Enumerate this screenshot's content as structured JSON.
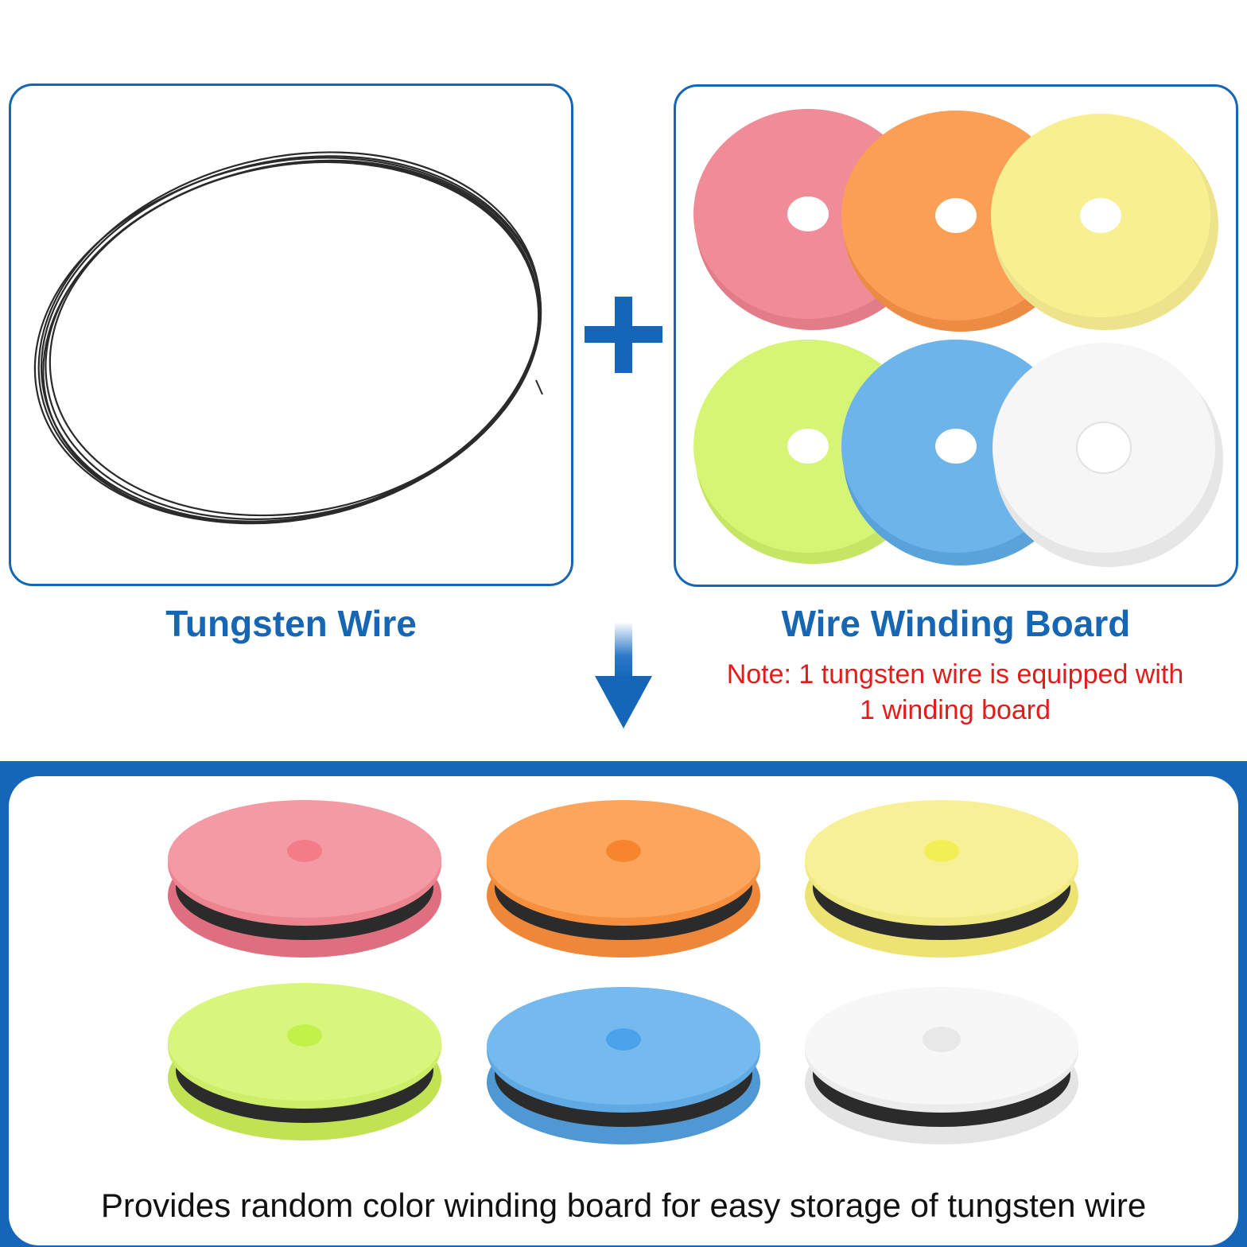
{
  "top_left": {
    "title": "Tungsten Wire",
    "image_icon": "coiled-wire-icon"
  },
  "top_right": {
    "title": "Wire Winding Board",
    "note": "Note: 1 tungsten wire is equipped with 1 winding board",
    "image_icon": "foam-disc-icon"
  },
  "connectors": {
    "plus_icon": "plus-icon",
    "arrow_icon": "arrow-down-icon"
  },
  "bottom": {
    "caption": "Provides random color winding board for easy storage of tungsten wire",
    "image_icon": "wound-spool-icon"
  },
  "colors": {
    "brand_blue": "#1565b8",
    "title_blue": "#1666b3",
    "note_red": "#e41b1b",
    "board_pink": "#f08c97",
    "board_orange": "#fb9f57",
    "board_yellow": "#f8f090",
    "board_green": "#d6f575",
    "board_blue": "#6db4ea",
    "board_white": "#f6f6f6"
  }
}
